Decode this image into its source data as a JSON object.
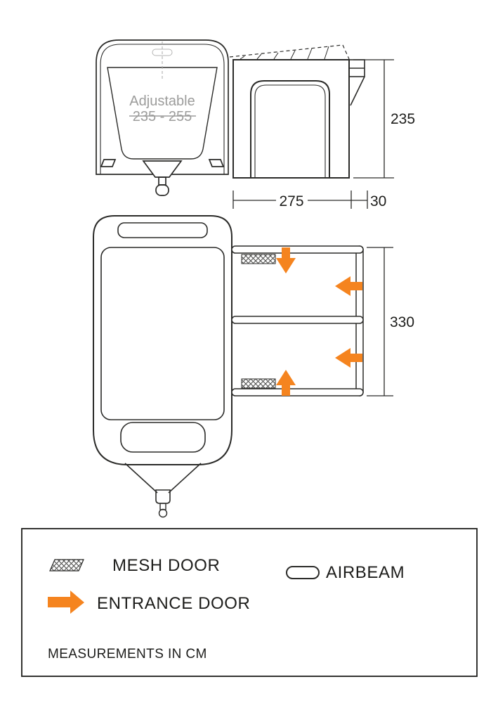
{
  "front_view": {
    "adjustable_label": "Adjustable",
    "adjustable_range": "235 - 255"
  },
  "dimensions": {
    "height_cm": "235",
    "width_cm": "275",
    "depth_cm": "30",
    "length_cm": "330"
  },
  "legend": {
    "mesh_door": "MESH DOOR",
    "airbeam": "AIRBEAM",
    "entrance_door": "ENTRANCE DOOR",
    "note": "MEASUREMENTS IN CM"
  },
  "colors": {
    "accent": "#F5841F",
    "line": "#2b2b29",
    "muted": "#9c9c9b"
  }
}
